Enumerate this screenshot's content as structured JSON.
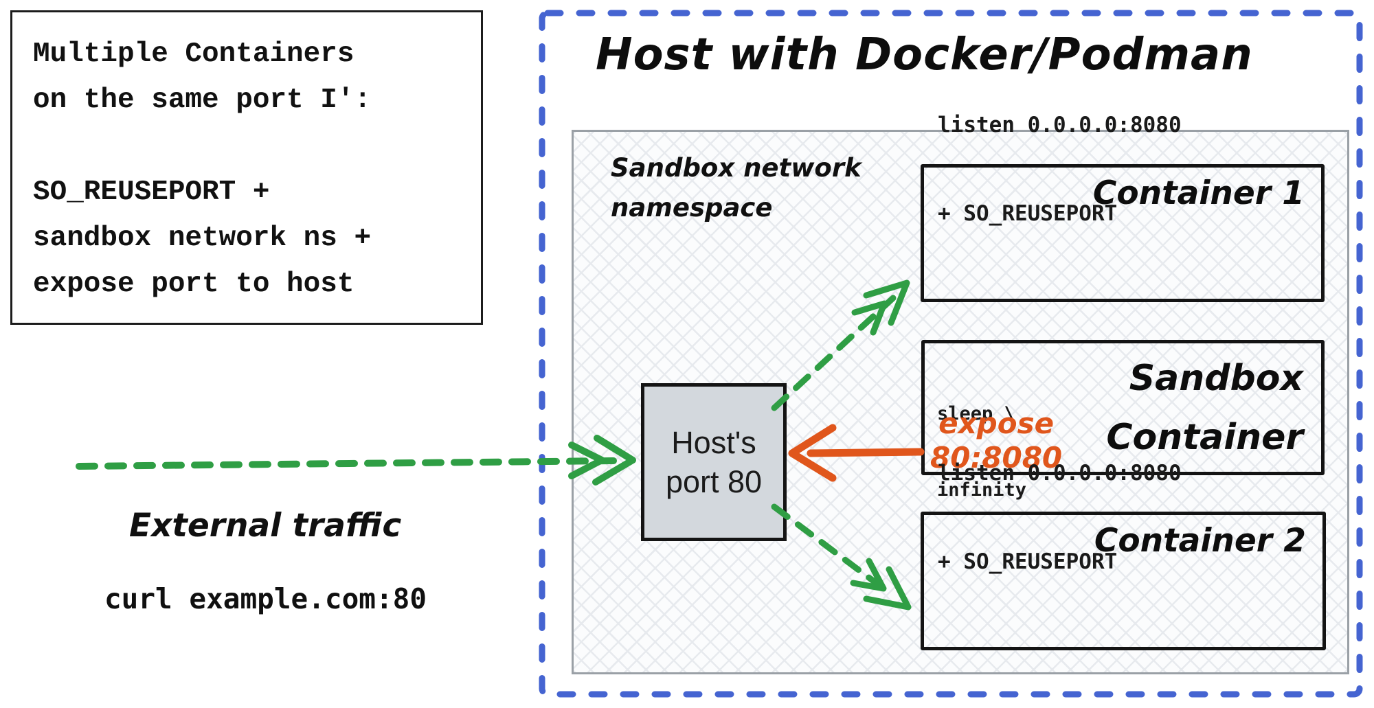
{
  "note_card": {
    "lines": [
      "Multiple Containers",
      "on the same port I':",
      "",
      "SO_REUSEPORT +",
      "sandbox network ns +",
      "expose port to host"
    ]
  },
  "host_frame": {
    "title": "Host with Docker/Podman"
  },
  "namespace": {
    "label_line1": "Sandbox network",
    "label_line2": "namespace"
  },
  "containers": {
    "container1": {
      "title": "Container 1",
      "code_line1": "listen 0.0.0.0:8080",
      "code_line2": "+ SO_REUSEPORT"
    },
    "sandbox": {
      "title_line1": "Sandbox",
      "title_line2": "Container",
      "cmd_line1": "sleep \\",
      "cmd_line2": "infinity",
      "expose_line1": "expose",
      "expose_line2": "80:8080"
    },
    "container2": {
      "title": "Container 2",
      "code_line1": "listen 0.0.0.0:8080",
      "code_line2": "+ SO_REUSEPORT"
    }
  },
  "host_port_box": {
    "line1": "Host's",
    "line2": "port 80"
  },
  "external_traffic": {
    "label": "External traffic",
    "command": "curl example.com:80"
  },
  "colors": {
    "frame_blue": "#4564d1",
    "arrow_green": "#2f9e44",
    "arrow_orange": "#e0561c",
    "host_port_fill": "#d3d8dd"
  }
}
